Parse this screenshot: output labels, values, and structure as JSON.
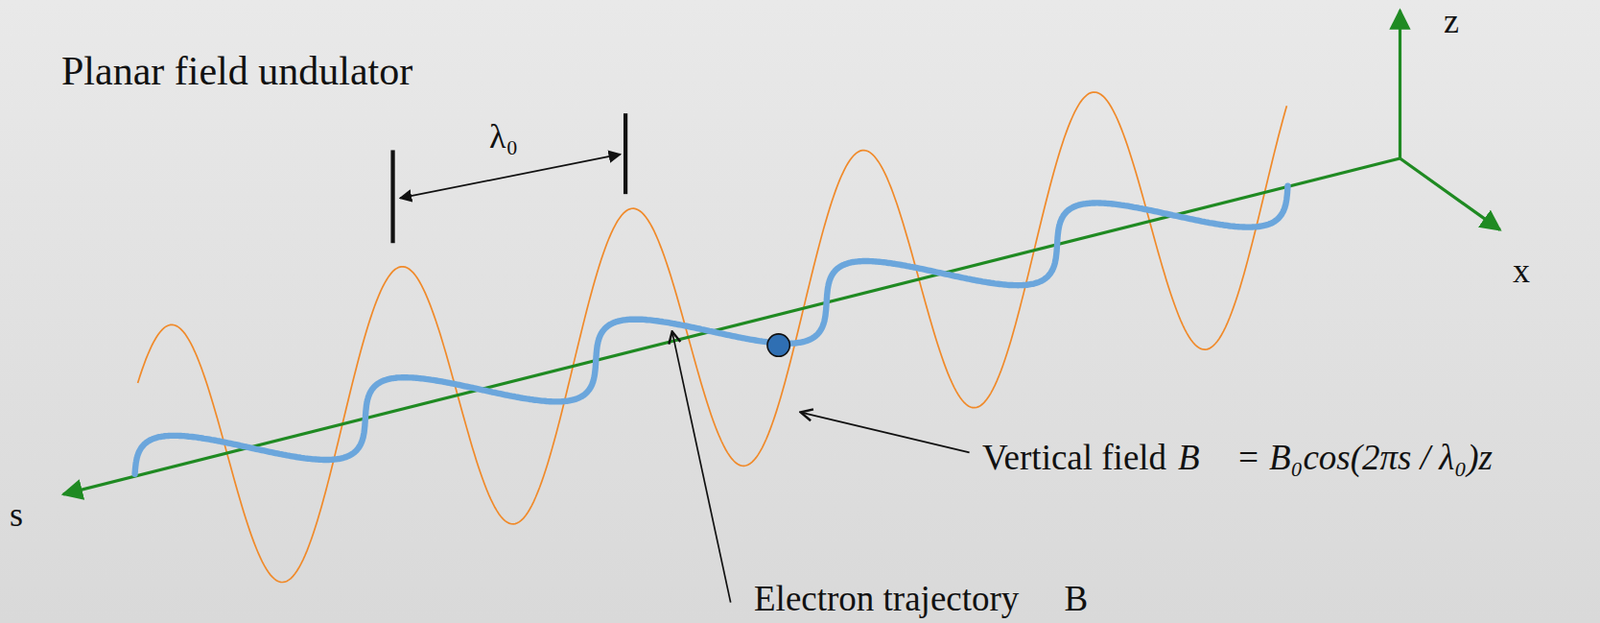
{
  "diagram": {
    "title": "Planar field undulator",
    "labels": [
      "λ₀",
      "z",
      "x",
      "s",
      "Vertical field",
      "B⃗ = B₀cos(2πs / λ₀)z⃗",
      "Electron trajectory ⊥ B⃗"
    ]
  }
}
